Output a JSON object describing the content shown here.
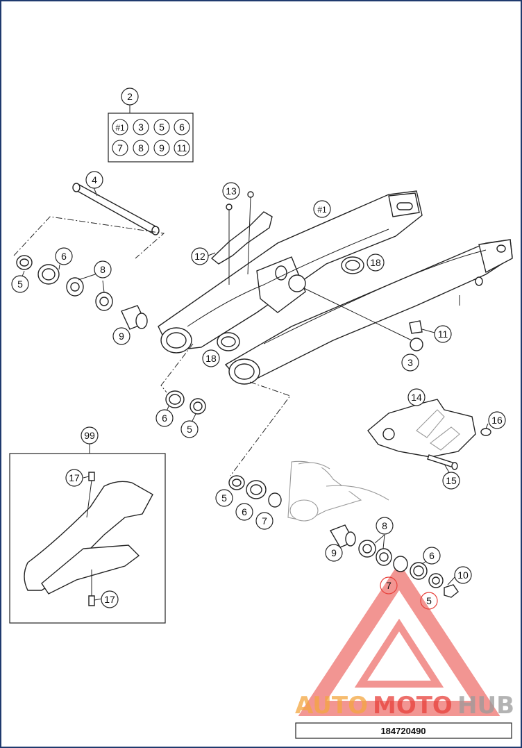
{
  "callouts": {
    "kit": "2",
    "kit_items": [
      "#1",
      "3",
      "5",
      "6",
      "7",
      "8",
      "9",
      "11"
    ],
    "c4": "4",
    "c6_top": "6",
    "c5_left": "5",
    "c8_left": "8",
    "c9_left": "9",
    "c13": "13",
    "c12": "12",
    "c_arm": "#1",
    "c18_right": "18",
    "c11": "11",
    "c3": "3",
    "c18_left": "18",
    "c6_mid": "6",
    "c5_mid": "5",
    "c14": "14",
    "c16": "16",
    "c15": "15",
    "c99": "99",
    "c17_top": "17",
    "c17_bottom": "17",
    "c5_bot": "5",
    "c6_bot": "6",
    "c7_bot": "7",
    "c9_bot": "9",
    "c8_bot": "8",
    "c6_right": "6",
    "c10": "10",
    "c7_red": "7",
    "c5_red": "5"
  },
  "watermark": {
    "brand_part1": "AUTO",
    "brand_part2": "MOTO",
    "brand_part3": "HUB",
    "color_red": "#e8403a",
    "color_orange": "#f4a640",
    "color_gray": "#9a9a9a"
  },
  "diagram_code": "184720490"
}
